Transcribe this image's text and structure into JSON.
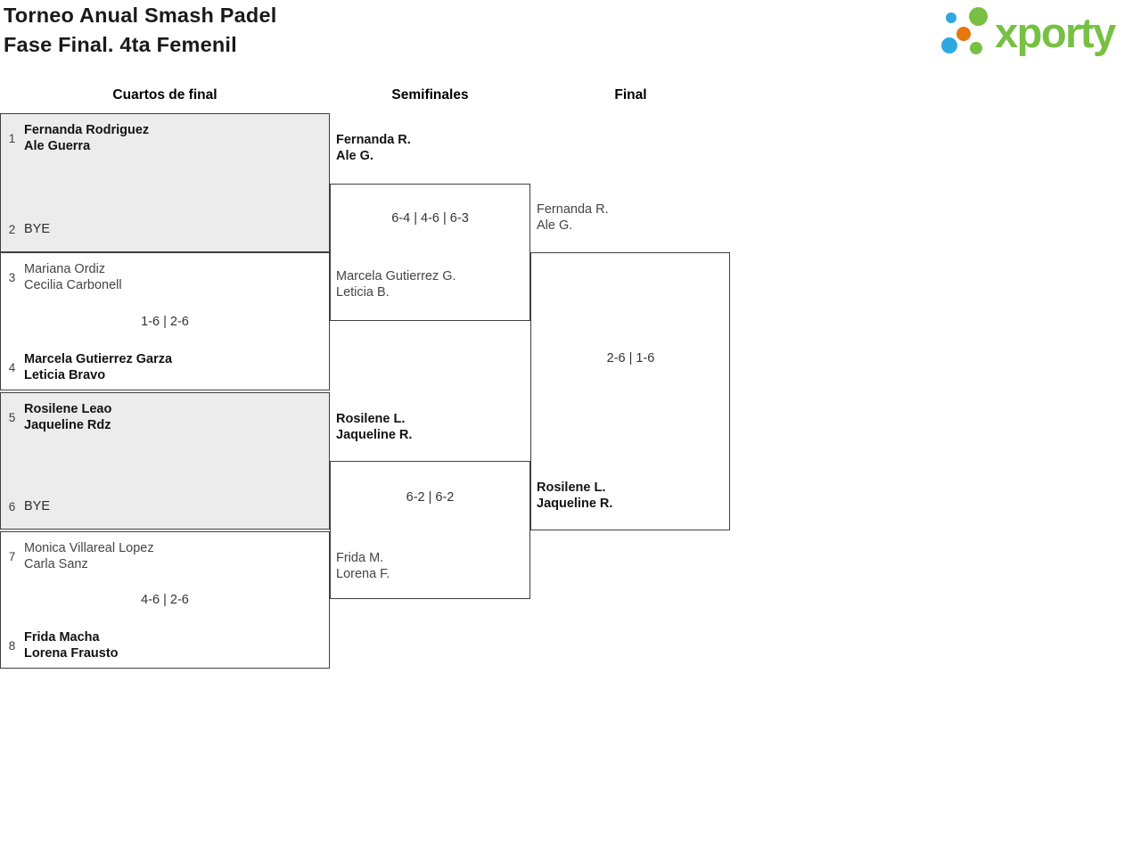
{
  "header": {
    "title_line1": "Torneo Anual Smash Padel",
    "title_line2": "Fase Final. 4ta Femenil",
    "logo_text": "xporty"
  },
  "columns": {
    "quarterfinals": "Cuartos de final",
    "semifinals": "Semifinales",
    "final": "Final"
  },
  "colors": {
    "brand_green": "#77C043",
    "brand_blue": "#2FA8DF",
    "brand_orange": "#E8760E",
    "bye_match_bg": "#ECECEC",
    "box_border": "#3F3F3F"
  },
  "qf": [
    {
      "seed1": "1",
      "team1_line1": "Fernanda Rodriguez",
      "team1_line2": "Ale Guerra",
      "seed2": "2",
      "team2_line1": "BYE",
      "score": ""
    },
    {
      "seed1": "3",
      "team1_line1": "Mariana Ordiz",
      "team1_line2": "Cecilia Carbonell",
      "score": "1-6 | 2-6",
      "seed2": "4",
      "team2_line1": "Marcela Gutierrez Garza",
      "team2_line2": "Leticia Bravo"
    },
    {
      "seed1": "5",
      "team1_line1": "Rosilene Leao",
      "team1_line2": "Jaqueline Rdz",
      "seed2": "6",
      "team2_line1": "BYE",
      "score": ""
    },
    {
      "seed1": "7",
      "team1_line1": "Monica Villareal Lopez",
      "team1_line2": "Carla Sanz",
      "score": "4-6 | 2-6",
      "seed2": "8",
      "team2_line1": "Frida Macha",
      "team2_line2": "Lorena Frausto"
    }
  ],
  "sf": [
    {
      "team1_line1": "Fernanda R.",
      "team1_line2": "Ale G.",
      "score": "6-4 | 4-6 | 6-3",
      "team2_line1": "Marcela Gutierrez G.",
      "team2_line2": "Leticia B."
    },
    {
      "team1_line1": "Rosilene L.",
      "team1_line2": "Jaqueline R.",
      "score": "6-2 | 6-2",
      "team2_line1": "Frida M.",
      "team2_line2": "Lorena F."
    }
  ],
  "final": {
    "team1_line1": "Fernanda R.",
    "team1_line2": "Ale G.",
    "score": "2-6 | 1-6",
    "team2_line1": "Rosilene L.",
    "team2_line2": "Jaqueline R."
  }
}
